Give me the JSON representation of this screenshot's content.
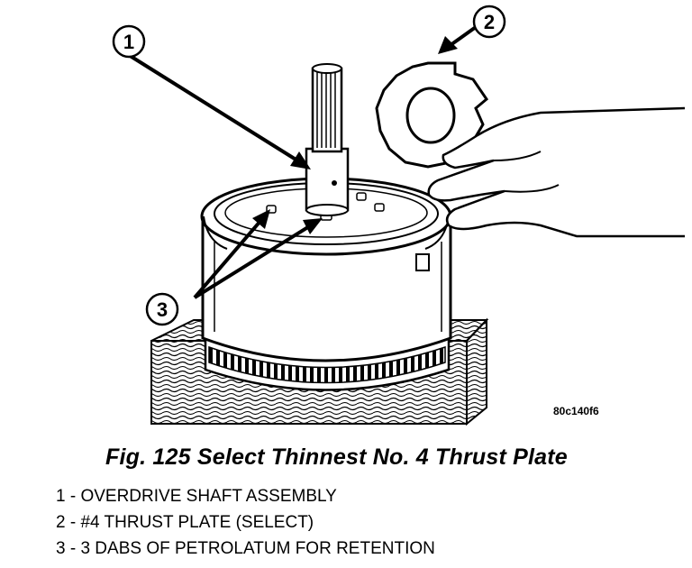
{
  "figure": {
    "code": "80c140f6",
    "callouts": [
      {
        "number": "1"
      },
      {
        "number": "2"
      },
      {
        "number": "3"
      }
    ]
  },
  "caption": "Fig. 125 Select Thinnest No. 4 Thrust Plate",
  "legend": [
    "1 - OVERDRIVE SHAFT ASSEMBLY",
    "2 - #4 THRUST PLATE (SELECT)",
    "3 - 3 DABS OF PETROLATUM FOR RETENTION"
  ]
}
